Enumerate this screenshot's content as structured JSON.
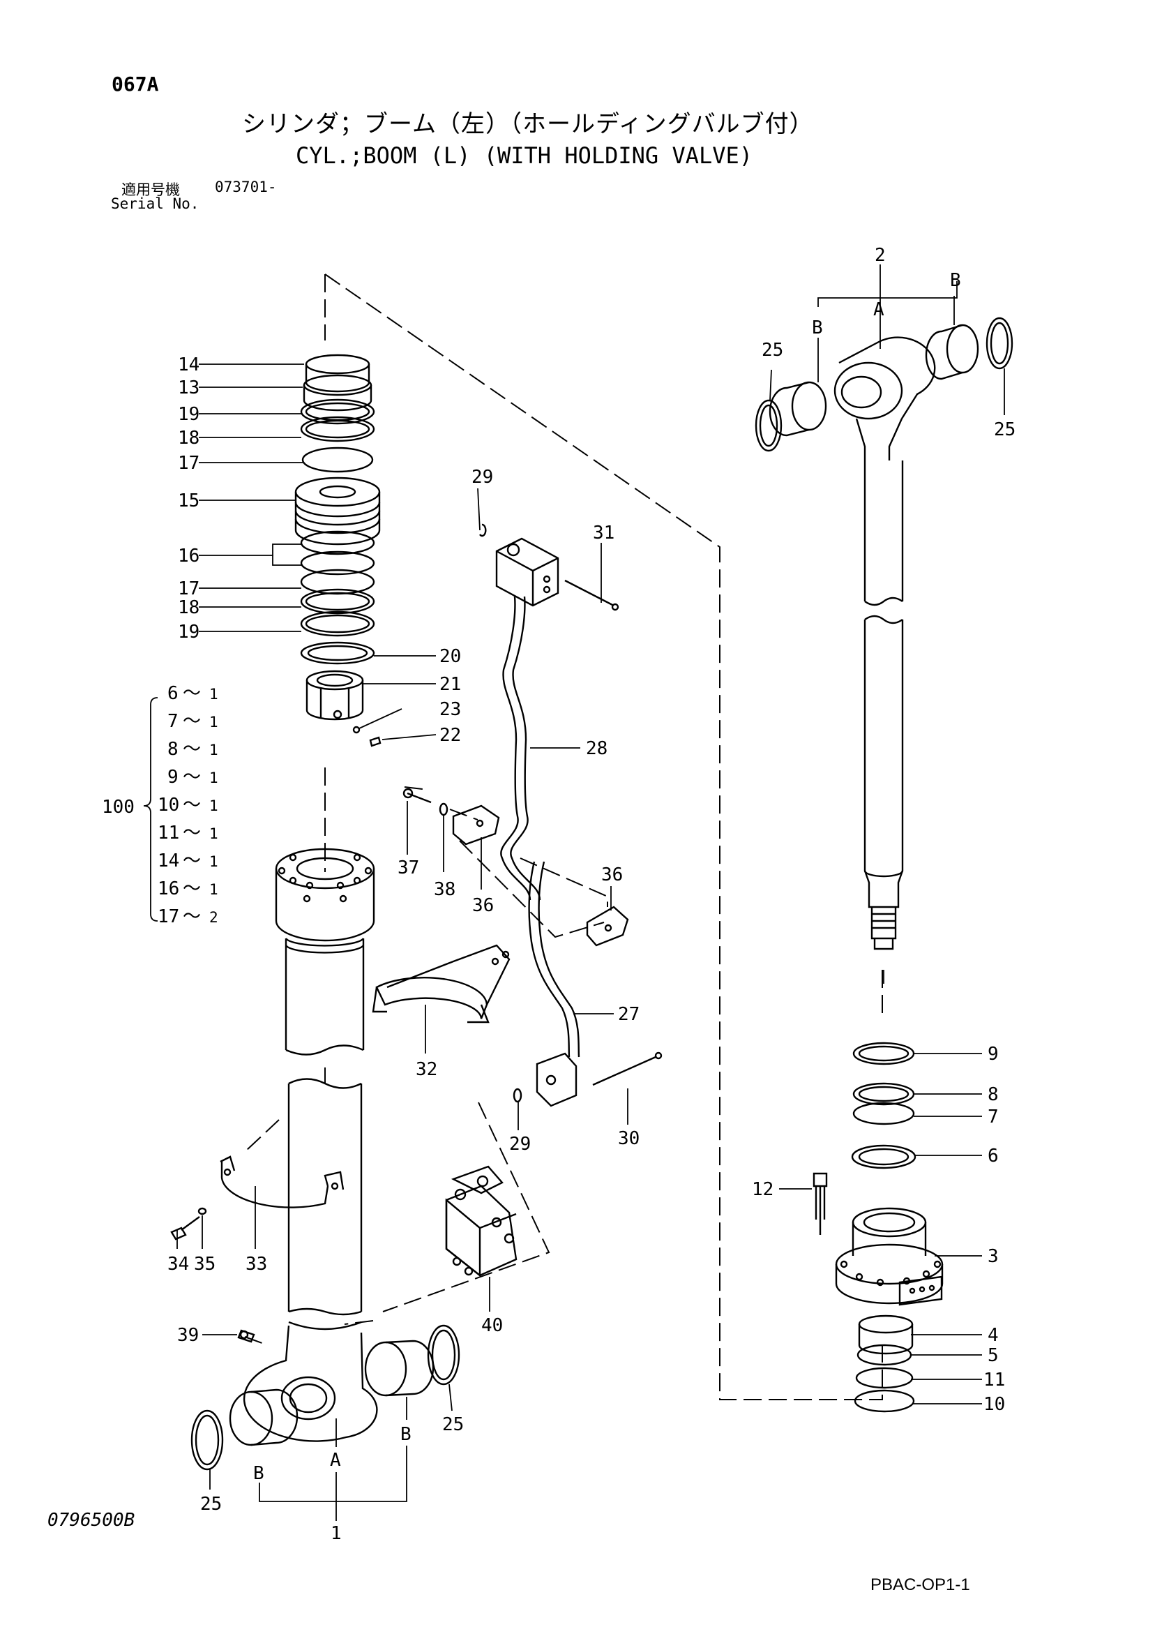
{
  "header": {
    "page_code": "067A",
    "title_jp": "シリンダ；ブーム（左）（ホールディングバルブ付）",
    "title_en": "CYL.;BOOM (L) (WITH HOLDING VALVE)",
    "serial_label_jp": "適用号機",
    "serial_number": "073701-",
    "serial_label_en": "Serial No."
  },
  "footer": {
    "document_number": "0796500B",
    "figure_code": "PBAC-OP1-1"
  },
  "callouts": {
    "n1": "1",
    "n2": "2",
    "n3": "3",
    "n4": "4",
    "n5": "5",
    "n6": "6",
    "n7": "7",
    "n8": "8",
    "n9": "9",
    "n10": "10",
    "n11": "11",
    "n12": "12",
    "n13": "13",
    "n14": "14",
    "n15": "15",
    "n16": "16",
    "n17": "17",
    "n18": "18",
    "n19": "19",
    "n20": "20",
    "n21": "21",
    "n22": "22",
    "n23": "23",
    "n25": "25",
    "n27": "27",
    "n28": "28",
    "n29": "29",
    "n30": "30",
    "n31": "31",
    "n32": "32",
    "n33": "33",
    "n34": "34",
    "n35": "35",
    "n36": "36",
    "n37": "37",
    "n38": "38",
    "n39": "39",
    "n40": "40",
    "n100": "100",
    "A": "A",
    "B": "B"
  },
  "seal_kit_100": [
    {
      "part": "6",
      "qty": "1"
    },
    {
      "part": "7",
      "qty": "1"
    },
    {
      "part": "8",
      "qty": "1"
    },
    {
      "part": "9",
      "qty": "1"
    },
    {
      "part": "10",
      "qty": "1"
    },
    {
      "part": "11",
      "qty": "1"
    },
    {
      "part": "14",
      "qty": "1"
    },
    {
      "part": "16",
      "qty": "1"
    },
    {
      "part": "17",
      "qty": "2"
    }
  ],
  "kit_separator": "～"
}
